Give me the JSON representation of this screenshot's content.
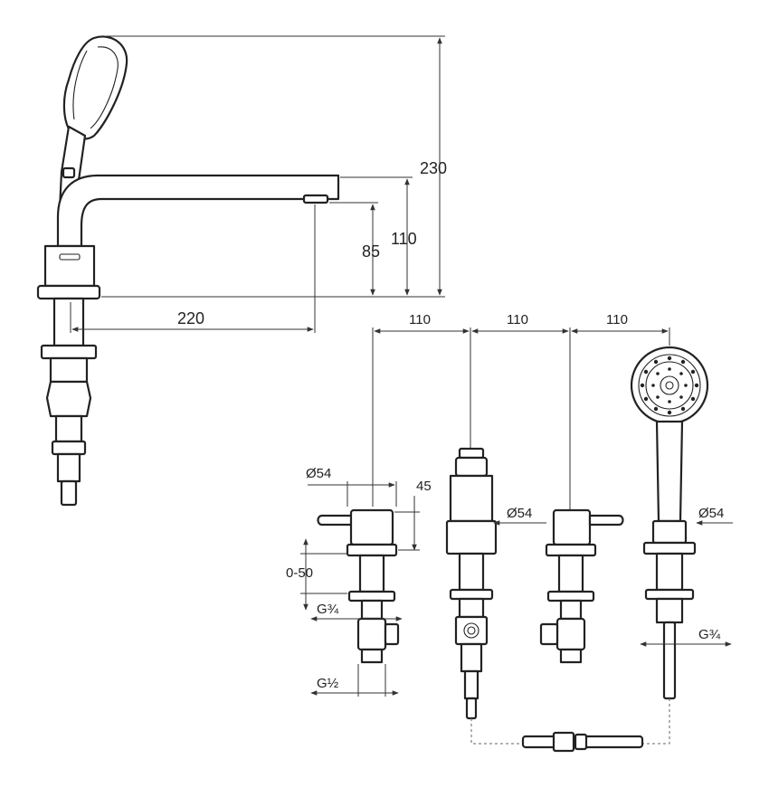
{
  "dimensions": {
    "height_total": "230",
    "height_spout": "110",
    "height_outlet": "85",
    "reach": "220",
    "spacing_1": "110",
    "spacing_2": "110",
    "spacing_3": "110",
    "diameter_valve": "Ø54",
    "diameter_spout": "Ø54",
    "diameter_shower": "Ø54",
    "rosette_height": "45",
    "deck_range": "0-50",
    "thread_inlet": "G¾",
    "thread_outlet": "G½",
    "thread_shower": "G¾"
  },
  "colors": {
    "line": "#222222",
    "background": "#ffffff"
  }
}
